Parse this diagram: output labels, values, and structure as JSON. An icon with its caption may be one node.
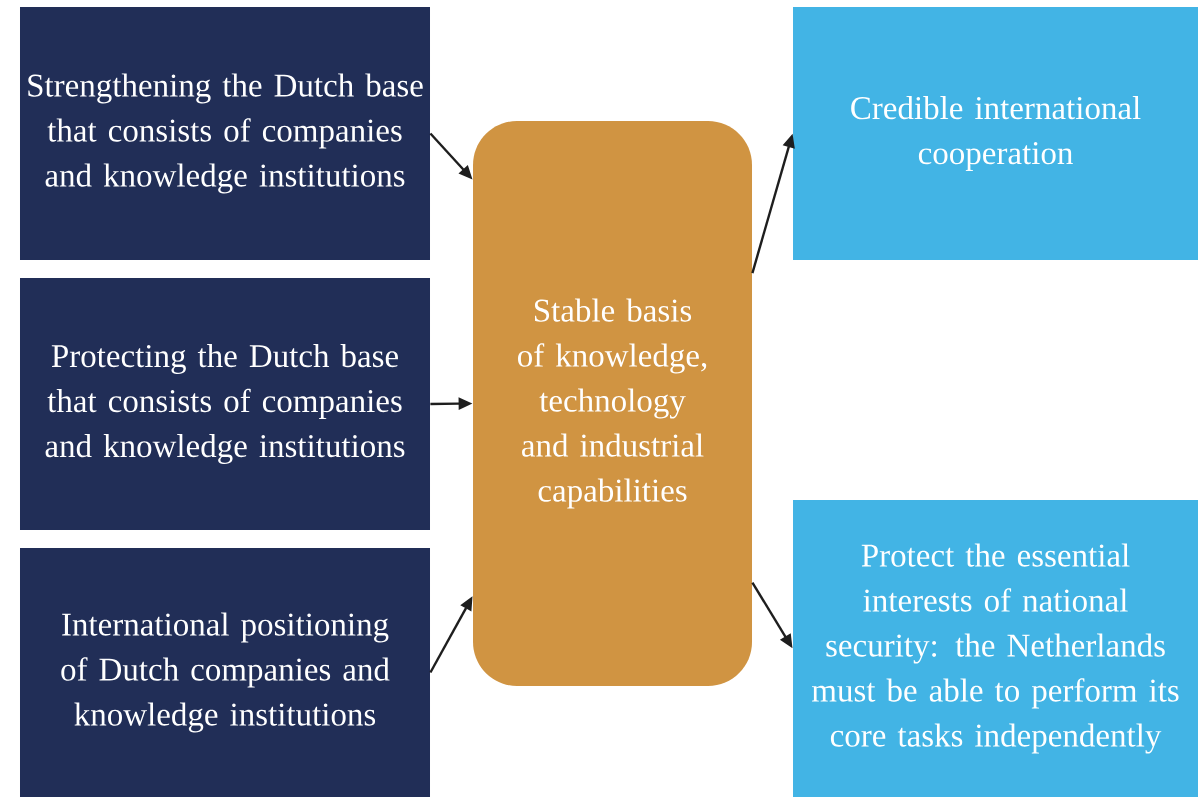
{
  "diagram": {
    "nodes": [
      {
        "text": [
          "Strengthening the Dutch base that consists of companies and knowledge institutions"
        ]
      },
      {
        "text": [
          "Protecting the Dutch base that consists of companies and knowledge institutions"
        ]
      },
      {
        "text": [
          "International positioning of Dutch companies and knowledge institutions"
        ]
      },
      {
        "text": [
          "Stable basis of knowledge, technology and industrial capabilities"
        ]
      },
      {
        "text": [
          "Credible international cooperation"
        ]
      },
      {
        "text": [
          "Protect the essential interests of national security: the Netherlands must be able to perform its core tasks independently"
        ]
      }
    ],
    "edges": [
      {
        "from": 0,
        "to": 3,
        "arrow": "to"
      },
      {
        "from": 1,
        "to": 3,
        "arrow": "to"
      },
      {
        "from": 2,
        "to": 3,
        "arrow": "to"
      },
      {
        "from": 3,
        "to": 4,
        "arrow": "to"
      },
      {
        "from": 3,
        "to": 5,
        "arrow": "to"
      }
    ]
  }
}
